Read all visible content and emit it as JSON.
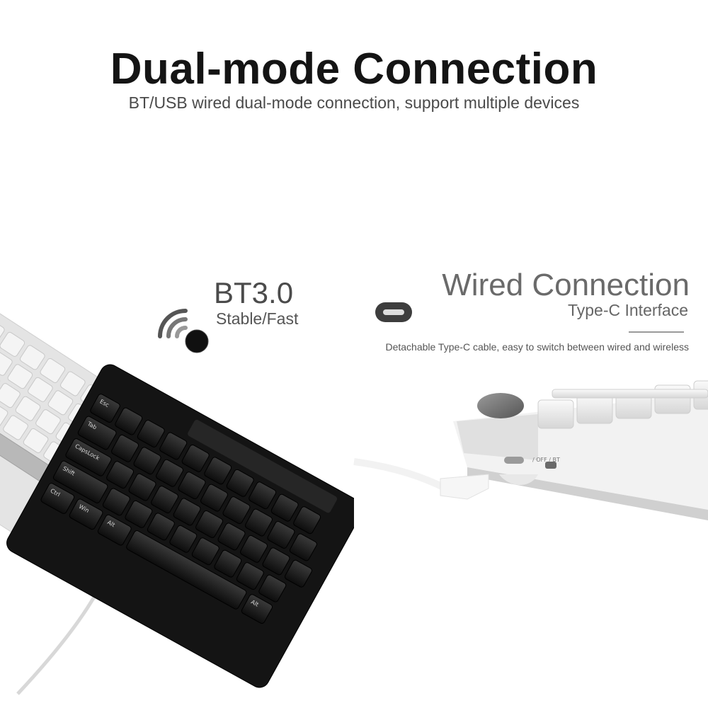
{
  "header": {
    "title": "Dual-mode Connection",
    "subtitle": "BT/USB wired dual-mode connection, support multiple devices"
  },
  "bluetooth": {
    "icon": "wifi-signal-icon",
    "title": "BT3.0",
    "subtitle": "Stable/Fast"
  },
  "wired": {
    "icon": "usb-c-port-icon",
    "title": "Wired Connection",
    "subtitle": "Type-C Interface",
    "description": "Detachable Type-C cable, easy to switch between wired and wireless"
  },
  "keyboard_labels": {
    "esc": "Esc",
    "tab": "Tab",
    "capslock": "CapsLock",
    "shift": "Shift",
    "ctrl": "Ctrl",
    "win": "Win",
    "alt": "Alt",
    "alt_right": "Alt",
    "mode_switch": "/ OFF / BT"
  },
  "colors": {
    "dark_keyboard": "#141414",
    "light_keyboard": "#e6e6e6",
    "accent_gray": "#6a6a6a"
  }
}
